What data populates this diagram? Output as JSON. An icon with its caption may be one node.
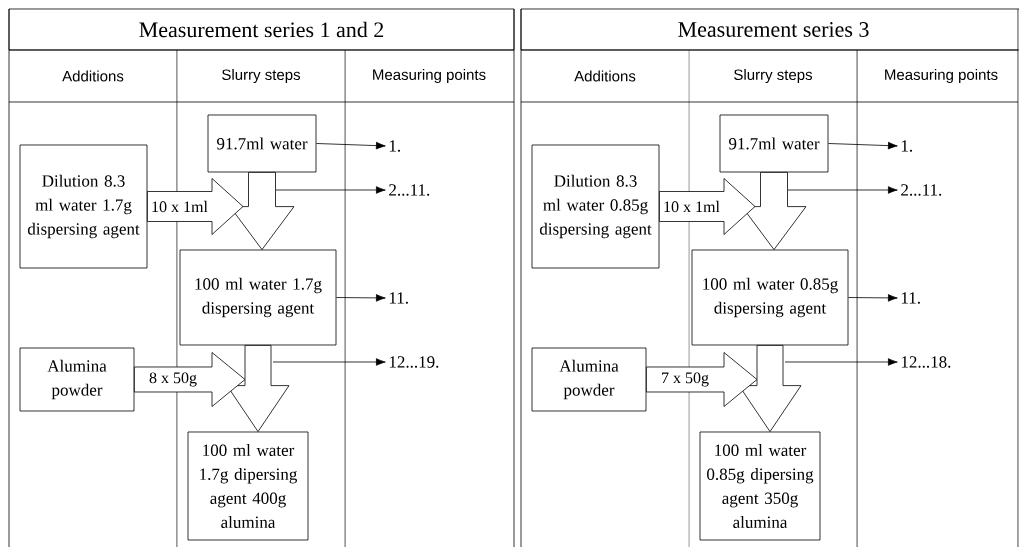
{
  "diagram": {
    "nodes": [
      {
        "text": [
          "Measurement series 1 and 2"
        ]
      },
      {
        "text": [
          "91.7ml water"
        ]
      },
      {
        "text": [
          "Dilution 8.3 ml water 1.7g dispersing agent"
        ]
      },
      {
        "text": [
          "100 ml water 1.7g dispersing agent"
        ]
      },
      {
        "text": [
          "Alumina powder"
        ]
      },
      {
        "text": [
          "100 ml water 1.7g dipersing agent 400g alumina"
        ]
      },
      {
        "text": [
          "1."
        ]
      },
      {
        "text": [
          "2...11."
        ]
      },
      {
        "text": [
          "11."
        ]
      },
      {
        "text": [
          "12...19."
        ]
      },
      {
        "text": [
          "Measurement series 3"
        ]
      },
      {
        "text": [
          "91.7ml water"
        ]
      },
      {
        "text": [
          "Dilution 8.3 ml water 0.85g dispersing agent"
        ]
      },
      {
        "text": [
          "100 ml water 0.85g dispersing agent"
        ]
      },
      {
        "text": [
          "Alumina powder"
        ]
      },
      {
        "text": [
          "100 ml water 0.85g dipersing agent 350g alumina"
        ]
      },
      {
        "text": [
          "1."
        ]
      },
      {
        "text": [
          "2...11."
        ]
      },
      {
        "text": [
          "11."
        ]
      },
      {
        "text": [
          "12...18."
        ]
      }
    ],
    "edges": [
      {
        "from": 1,
        "to": 3,
        "arrow": "to",
        "style": "thick"
      },
      {
        "from": 2,
        "to": 3,
        "arrow": "to",
        "style": "thick",
        "label": "10 x 1ml"
      },
      {
        "from": 3,
        "to": 5,
        "arrow": "to",
        "style": "thick"
      },
      {
        "from": 4,
        "to": 5,
        "arrow": "to",
        "style": "thick",
        "label": "8 x 50g"
      },
      {
        "from": 1,
        "to": 6,
        "arrow": "to"
      },
      {
        "from": null,
        "to": 7,
        "arrow": "to"
      },
      {
        "from": 3,
        "to": 8,
        "arrow": "to"
      },
      {
        "from": null,
        "to": 9,
        "arrow": "to"
      },
      {
        "from": 11,
        "to": 13,
        "arrow": "to",
        "style": "thick"
      },
      {
        "from": 12,
        "to": 13,
        "arrow": "to",
        "style": "thick",
        "label": "10 x 1ml"
      },
      {
        "from": 13,
        "to": 15,
        "arrow": "to",
        "style": "thick"
      },
      {
        "from": 14,
        "to": 15,
        "arrow": "to",
        "style": "thick",
        "label": "7 x 50g"
      },
      {
        "from": 11,
        "to": 16,
        "arrow": "to"
      },
      {
        "from": null,
        "to": 17,
        "arrow": "to"
      },
      {
        "from": 13,
        "to": 18,
        "arrow": "to"
      },
      {
        "from": null,
        "to": 19,
        "arrow": "to"
      }
    ],
    "labels": [
      "Additions",
      "Slurry steps",
      "Measuring points",
      "Additions",
      "Slurry steps",
      "Measuring points"
    ]
  }
}
